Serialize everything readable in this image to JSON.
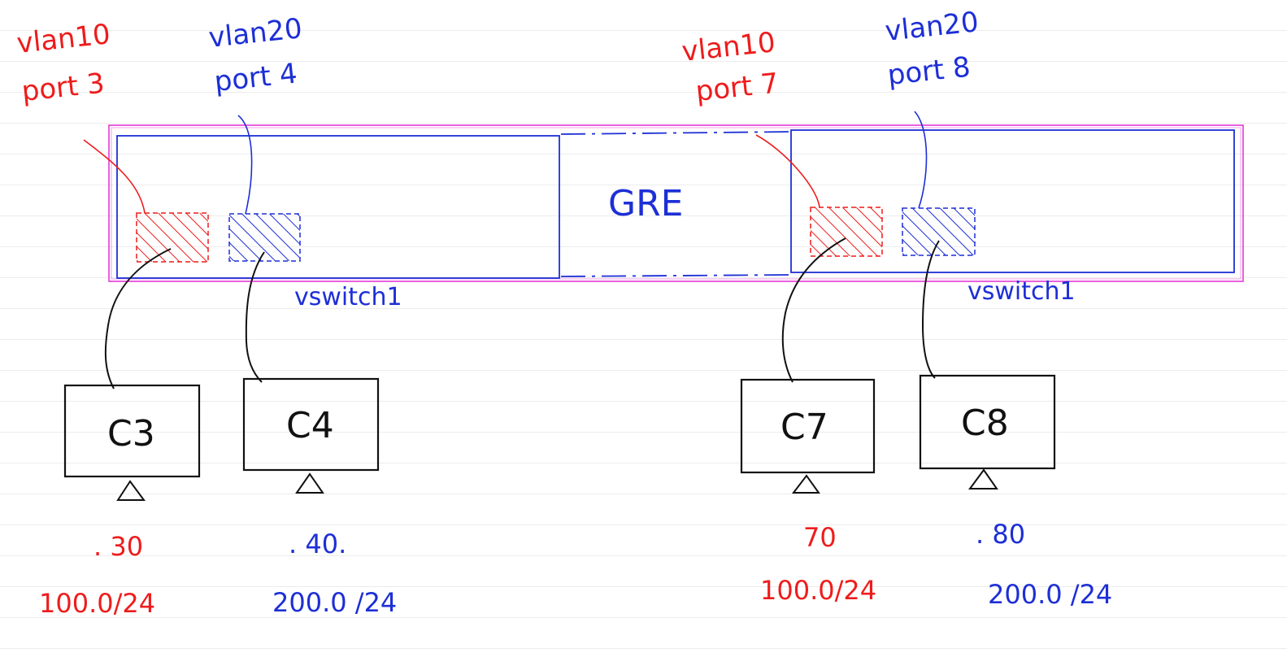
{
  "colors": {
    "red": "#ee1c1c",
    "blue": "#1d2fd6",
    "black": "#111111",
    "magenta": "#e43ad6"
  },
  "labels": {
    "left_red": {
      "vlan": "vlan10",
      "port": "port 3"
    },
    "left_blue": {
      "vlan": "vlan20",
      "port": "port 4"
    },
    "right_red": {
      "vlan": "vlan10",
      "port": "port 7"
    },
    "right_blue": {
      "vlan": "vlan20",
      "port": "port 8"
    },
    "gre": "GRE",
    "switch_left": "vswitch1",
    "switch_right": "vswitch1"
  },
  "computers": [
    {
      "name": "C3",
      "ip": ". 30",
      "subnet": "100.0/24",
      "color": "red"
    },
    {
      "name": "C4",
      "ip": ". 40.",
      "subnet": "200.0 /24",
      "color": "blue"
    },
    {
      "name": "C7",
      "ip": "70",
      "subnet": "100.0/24",
      "color": "red"
    },
    {
      "name": "C8",
      "ip": ". 80",
      "subnet": "200.0 /24",
      "color": "blue"
    }
  ]
}
